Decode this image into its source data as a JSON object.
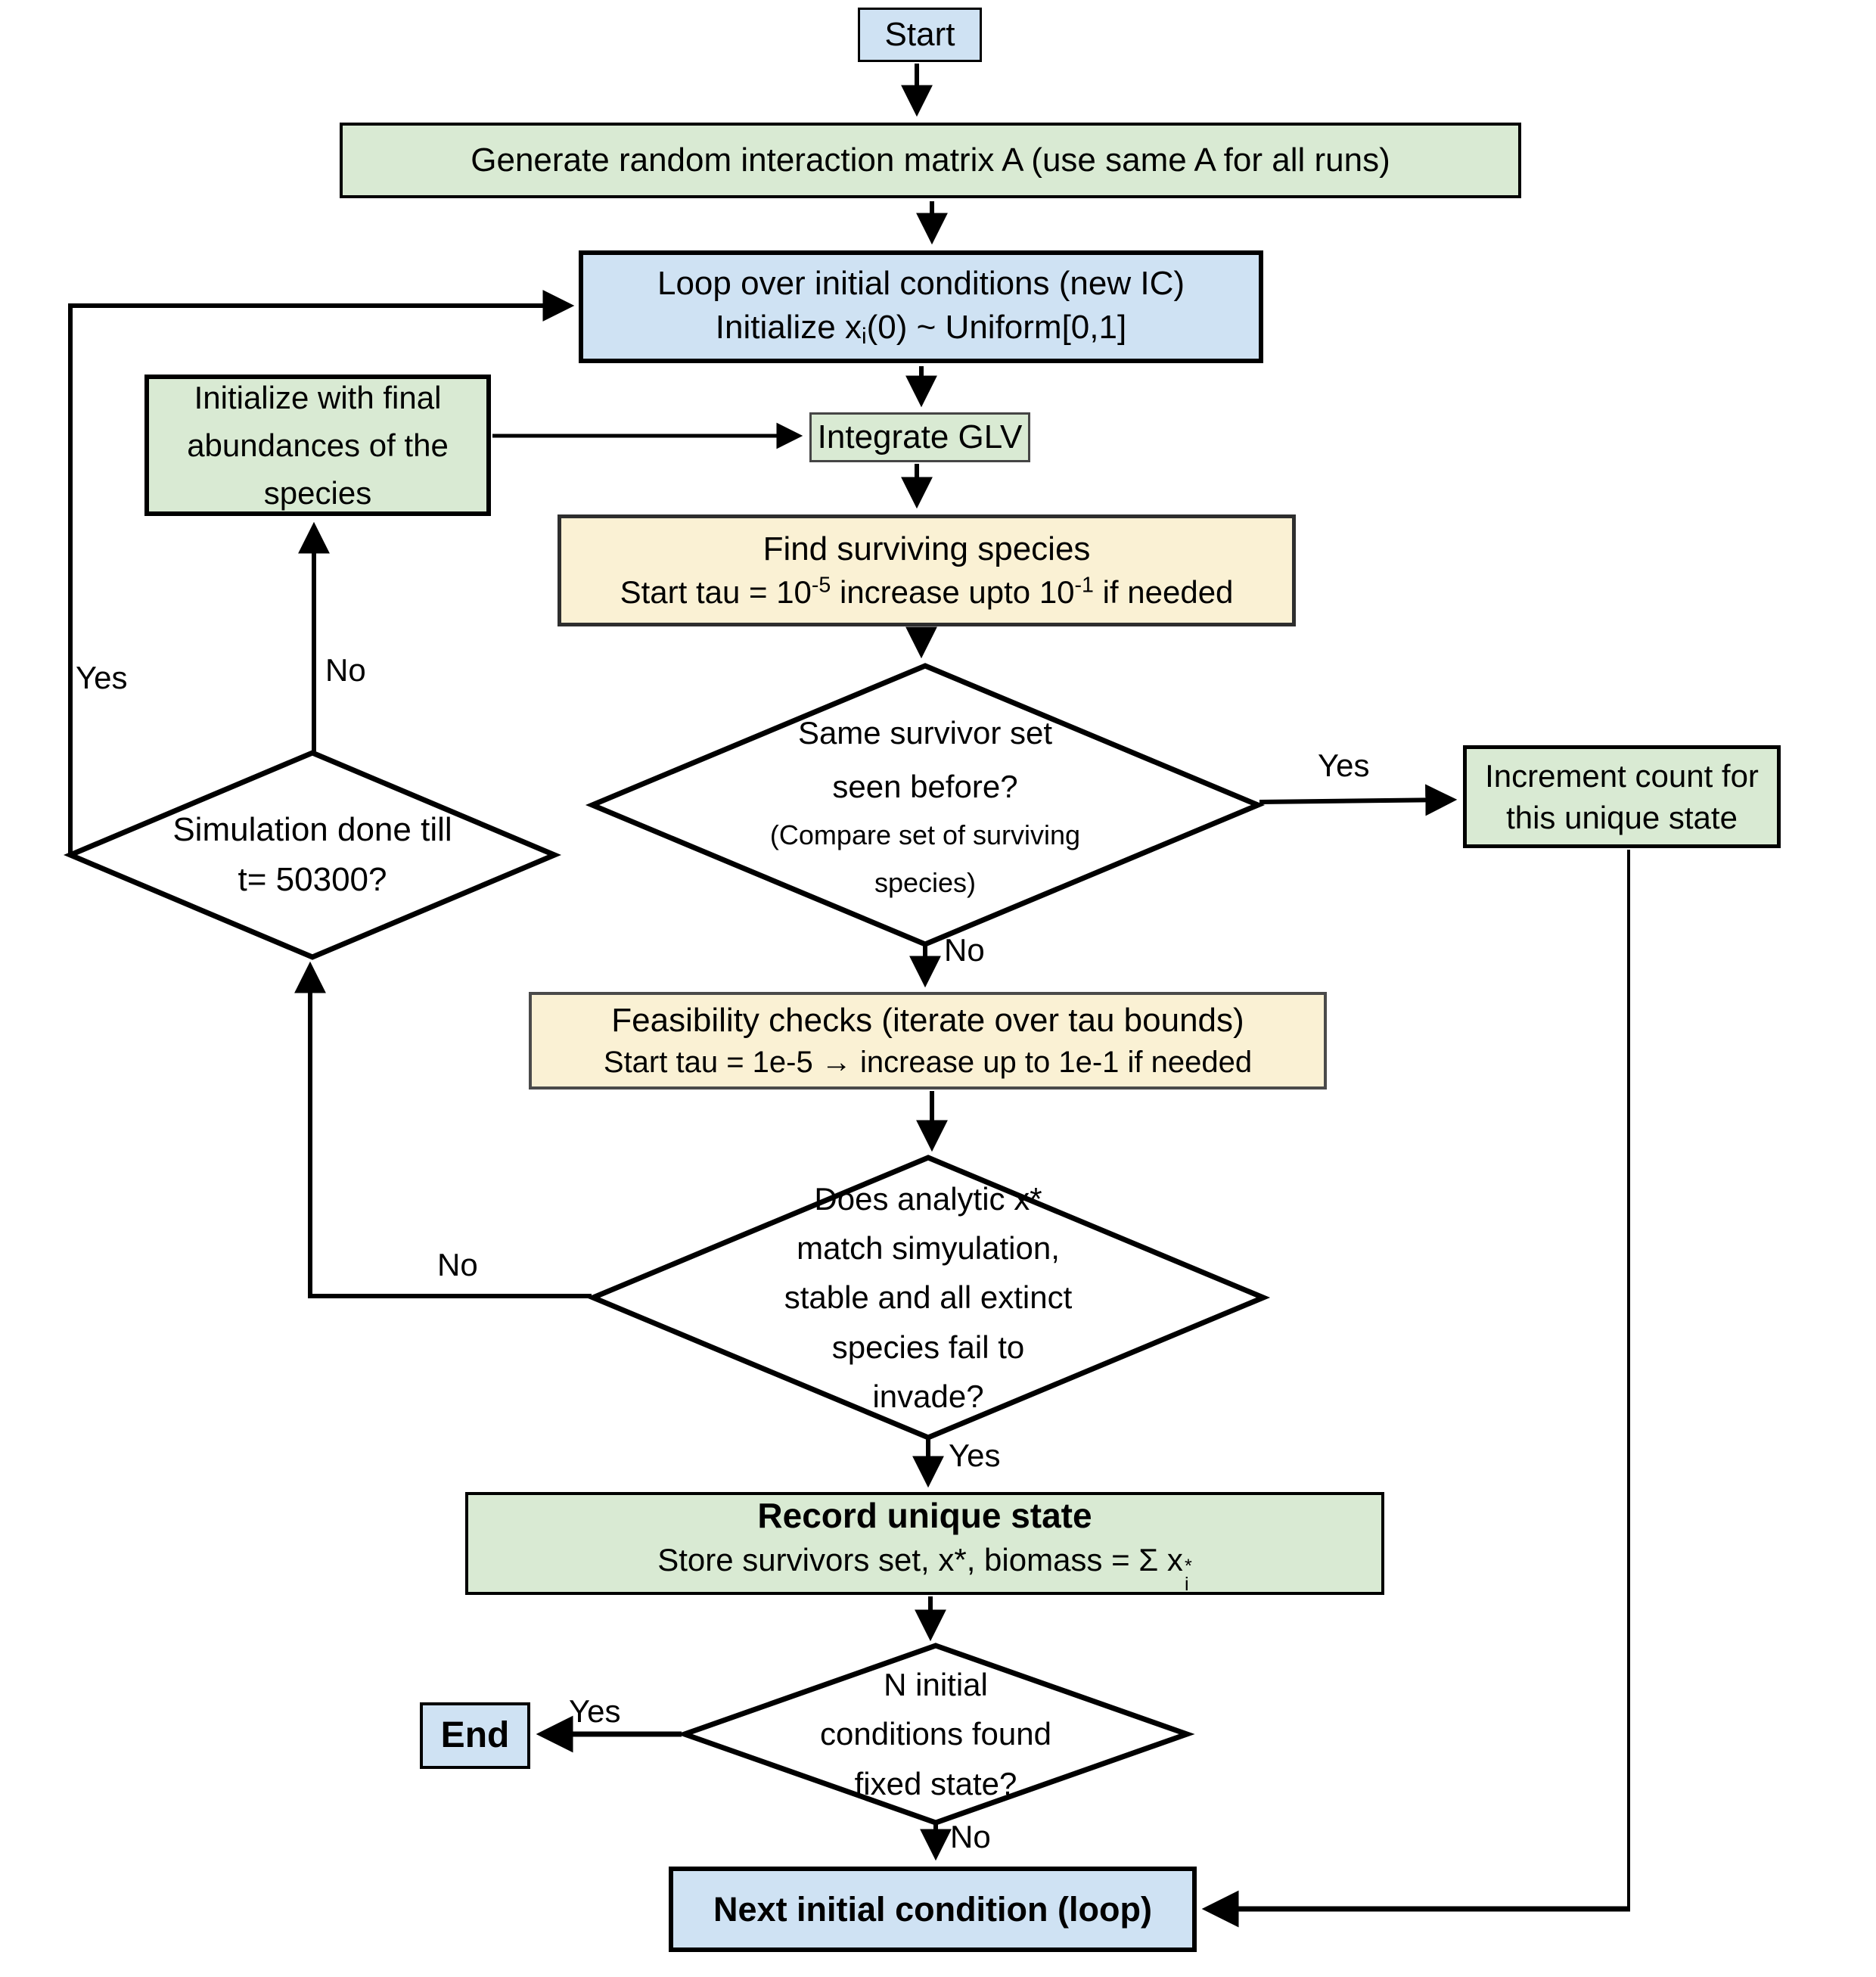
{
  "labels": {
    "yes": "Yes",
    "no": "No"
  },
  "colors": {
    "node_blue": "#cfe2f3",
    "node_green": "#d9ead3",
    "node_cream": "#faf1d4",
    "diamond_fill": "#ffffff",
    "line_black": "#000000"
  },
  "nodes": {
    "start": {
      "label": "Start"
    },
    "generate": {
      "label": "Generate random interaction matrix A (use same A for all runs)"
    },
    "loop": {
      "line1": "Loop over initial conditions (new IC)",
      "line2_pre": "Initialize x",
      "line2_sub": "i",
      "line2_post": "(0) ~ Uniform[0,1]"
    },
    "init_final": {
      "label": "Initialize with final abundances of the species"
    },
    "integrate": {
      "label": "Integrate GLV"
    },
    "find": {
      "line1": "Find surviving species",
      "line2_pre": "Start tau = 10",
      "line2_sup1": "-5",
      "line2_mid": " increase upto 10",
      "line2_sup2": "-1",
      "line2_post": " if needed"
    },
    "survivor_diamond": {
      "line1": "Same survivor set",
      "line2": "seen before?",
      "line3": "(Compare set of surviving",
      "line4": "species)"
    },
    "increment": {
      "line1": "Increment count for",
      "line2": "this unique state"
    },
    "simulation_diamond": {
      "line1": "Simulation done till",
      "line2": "t= 50300?"
    },
    "feasibility": {
      "line1": "Feasibility checks (iterate over tau bounds)",
      "line2": "Start tau = 1e-5 → increase up to 1e-1 if needed"
    },
    "analytic_diamond": {
      "line1": "Does analytic x*",
      "line2": "match simyulation,",
      "line3": "stable and all extinct",
      "line4": "species fail  to",
      "line5": "invade?"
    },
    "record": {
      "line1": "Record unique state",
      "line2_pre": "Store survivors set, x*, biomass = Σ x",
      "line2_sup": "*",
      "line2_sub": "i"
    },
    "nic_diamond": {
      "line1": "N initial",
      "line2": "conditions found",
      "line3": "fixed state?"
    },
    "end": {
      "label": "End"
    },
    "next": {
      "label": "Next initial condition (loop)"
    }
  }
}
